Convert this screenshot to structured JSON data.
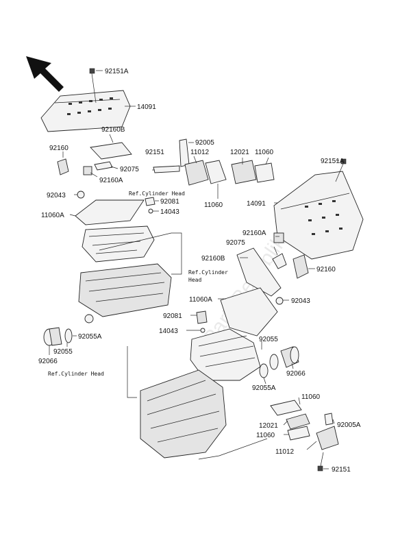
{
  "labels": {
    "a92151A_top": "92151A",
    "a14091_top": "14091",
    "a92160B_left": "92160B",
    "a92160_left": "92160",
    "a92075_left": "92075",
    "a92160A_left": "92160A",
    "a92043_left": "92043",
    "a11060A_left": "11060A",
    "a92151_mid": "92151",
    "a92005": "92005",
    "a11012_top": "11012",
    "a12021_top": "12021",
    "a11060_top": "11060",
    "a92081_left": "92081",
    "a14043_left": "14043",
    "a11060_mid": "11060",
    "a92151A_right": "92151A",
    "a14091_right": "14091",
    "a92160A_right": "92160A",
    "a92075_right": "92075",
    "a92160B_right": "92160B",
    "a92160_right": "92160",
    "a11060A_right": "11060A",
    "a92043_right": "92043",
    "a92081_right": "92081",
    "a14043_right": "14043",
    "a92055_right": "92055",
    "a92055A_left": "92055A",
    "a92055_left": "92055",
    "a92066_left": "92066",
    "a92066_right": "92066",
    "a92055A_right": "92055A",
    "a11060_bottom": "11060",
    "a12021_bottom": "12021",
    "a92005A": "92005A",
    "a11060_bottom2": "11060",
    "a11012_bottom": "11012",
    "a92151_bottom": "92151"
  },
  "refs": {
    "ref1": "Ref.Cylinder Head",
    "ref2_line1": "Ref.Cylinder",
    "ref2_line2": "Head",
    "ref3": "Ref.Cylinder Head"
  },
  "watermark": "PartsRepublik"
}
